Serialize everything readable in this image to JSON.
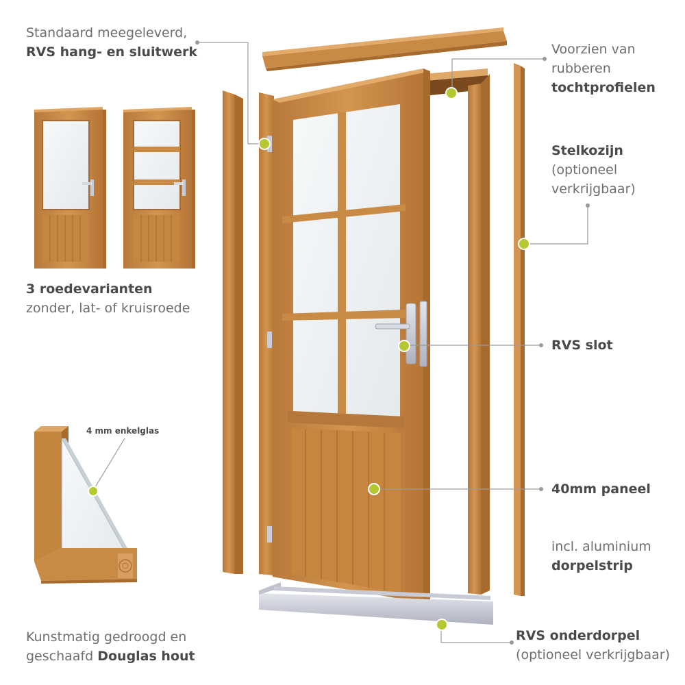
{
  "labels": {
    "hardware": {
      "line1": "Standaard meegeleverd,",
      "line2": "RVS hang- en sluitwerk"
    },
    "variants": {
      "line1": "3 roedevarianten",
      "line2": "zonder, lat- of kruisroede"
    },
    "glass": {
      "text": "4 mm enkelglas"
    },
    "wood": {
      "line1": "Kunstmatig gedroogd en",
      "line2a": "geschaafd ",
      "line2b": "Douglas hout"
    },
    "draft": {
      "line1": "Voorzien van",
      "line2": "rubberen",
      "line3": "tochtprofielen"
    },
    "frame": {
      "line1": "Stelkozijn",
      "line2": "(optioneel",
      "line3": "verkrijgbaar)"
    },
    "lock": {
      "text": "RVS slot"
    },
    "panel": {
      "text": "40mm paneel"
    },
    "threshold_strip": {
      "line1": "incl. aluminium",
      "line2": "dorpelstrip"
    },
    "sill": {
      "line1": "RVS onderdorpel",
      "line2": "(optioneel verkrijgbaar)"
    }
  },
  "colors": {
    "wood": "#c98a45",
    "wood_dark": "#a86b2e",
    "wood_light": "#dfa663",
    "glass": "#eef2f4",
    "accent_dot": "#b5c832",
    "leader_line": "#9a9a9a",
    "metal": "#c9ccd6"
  }
}
